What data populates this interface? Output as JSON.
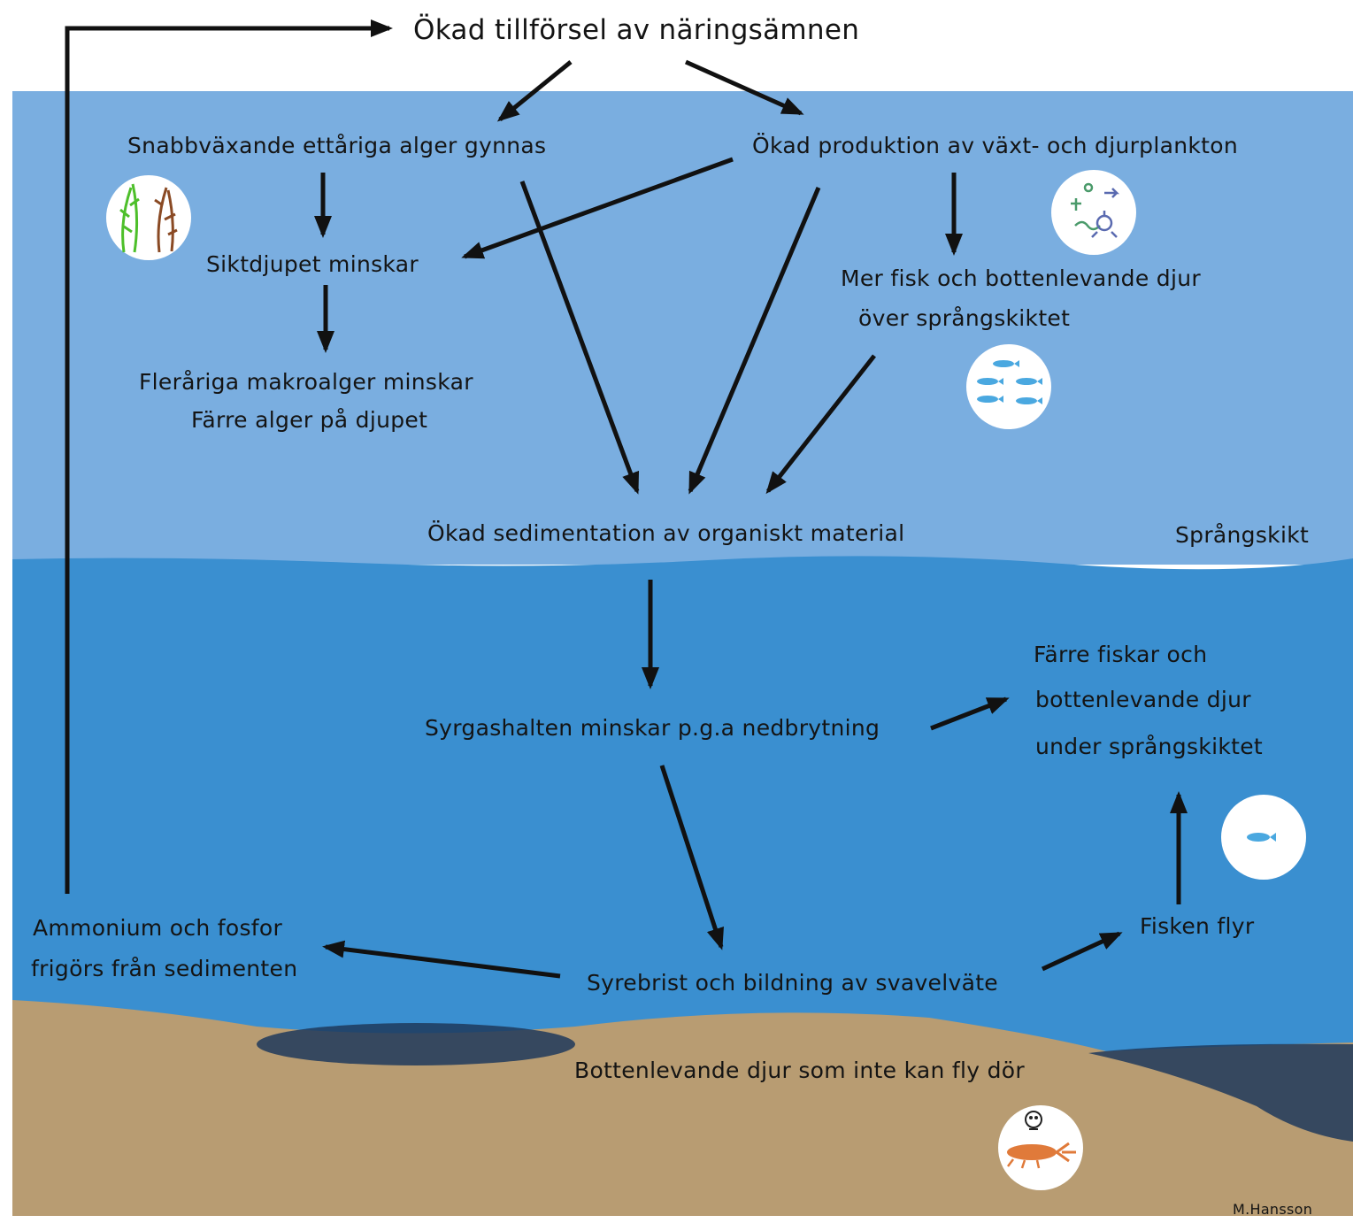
{
  "colors": {
    "upper_water": "#7aaee0",
    "lower_water": "#3a8fd0",
    "sediment": "#b89c72",
    "dark_sediment": "#1e3a5c",
    "arrow": "#111111"
  },
  "labels": {
    "top": "Ökad tillförsel av näringsämnen",
    "algae": "Snabbväxande ettåriga alger gynnas",
    "plankton": "Ökad produktion av växt- och djurplankton",
    "secchi": "Siktdjupet minskar",
    "macro1": "Fleråriga makroalger minskar",
    "macro2": "Färre alger på djupet",
    "fish1": "Mer fisk och bottenlevande djur",
    "fish2": "över språngskiktet",
    "sedimentation": "Ökad sedimentation av organiskt material",
    "thermocline": "Språngskikt",
    "fewer1": "Färre fiskar och",
    "fewer2": "bottenlevande djur",
    "fewer3": "under språngskiktet",
    "oxygen": "Syrgashalten minskar p.g.a nedbrytning",
    "ammonium1": "Ammonium och fosfor",
    "ammonium2": "frigörs från sedimenten",
    "flee": "Fisken flyr",
    "anoxia": "Syrebrist och bildning av svavelväte",
    "bottom": "Bottenlevande djur som inte kan fly dör",
    "credit": "M.Hansson"
  },
  "icons": {
    "algae": "algae-icon",
    "plankton": "plankton-icon",
    "fish_school": "fish-school-icon",
    "fish": "fish-icon",
    "dead_animal": "dead-animal-icon"
  }
}
